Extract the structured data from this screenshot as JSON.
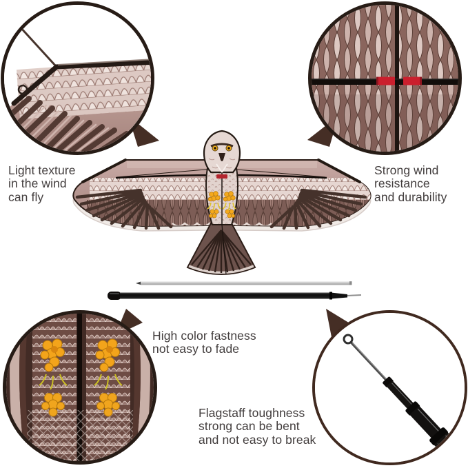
{
  "captions": {
    "light_texture": "Light texture\nin the wind\ncan fly",
    "wind_resistance": "Strong wind\nresistance\nand durability",
    "color_fastness": "High color fastness\nnot easy to fade",
    "flagstaff": "Flagstaff toughness\nstrong can be bent\nand not easy to break"
  },
  "colors": {
    "caption_text": "#423d3d",
    "circle_border": "#271c16",
    "bubble_tail": "#452e25",
    "kite_dark_brown": "#45322b",
    "kite_pink": "#c3a5a0",
    "kite_light": "#ece1dd",
    "talon_yellow": "#f2a81f",
    "connector_red": "#c1232e",
    "rod_black": "#141210",
    "rod_silver": "#c6c6c6"
  }
}
